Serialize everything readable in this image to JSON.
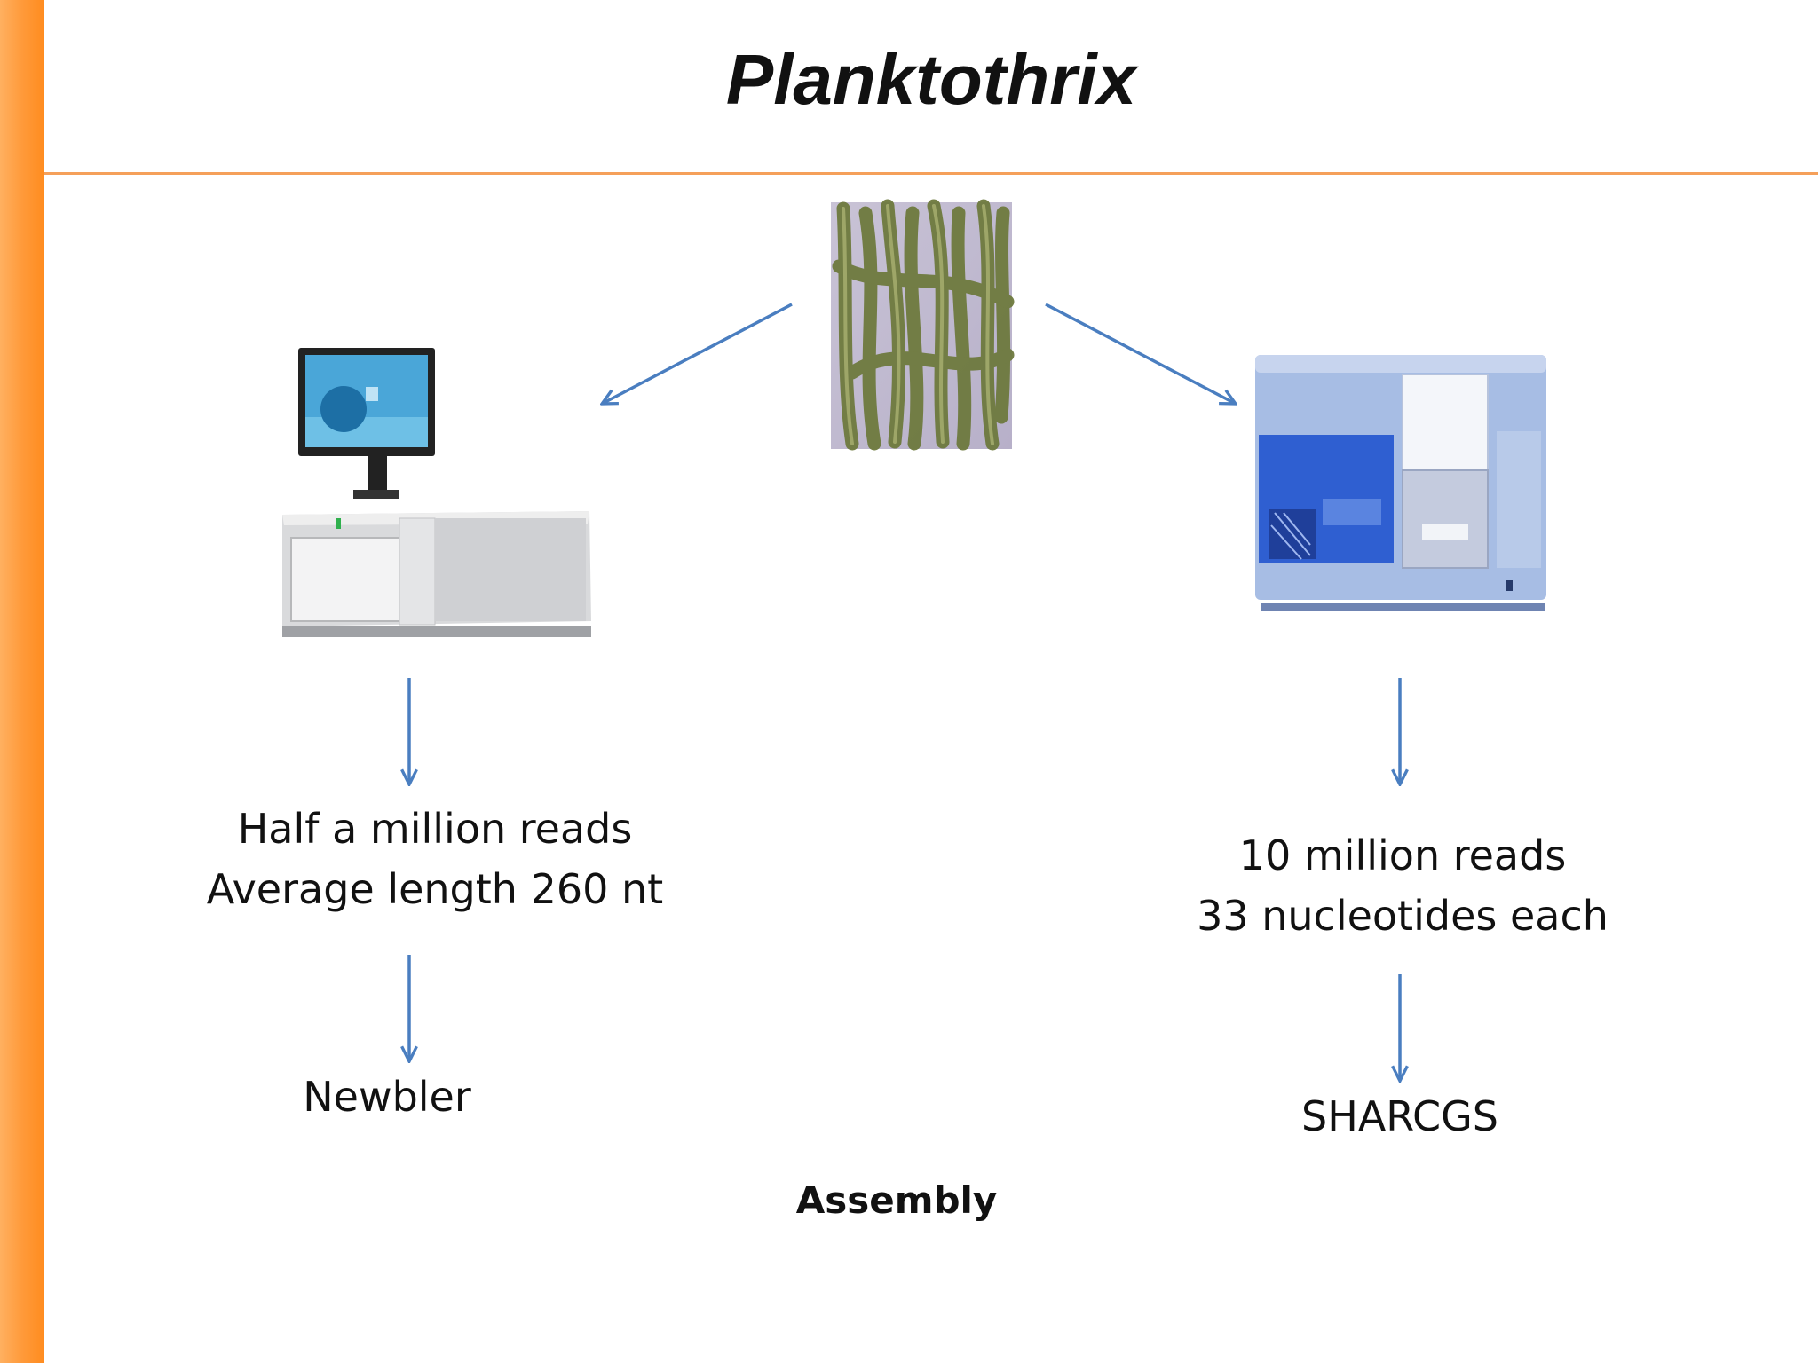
{
  "slide": {
    "title": "Planktothrix",
    "accent_color": "#ff8c1f",
    "arrow_color": "#4a7ec0",
    "left": {
      "reads_line1": "Half a million reads",
      "reads_line2": "Average length 260 nt",
      "assembler": "Newbler"
    },
    "right": {
      "reads_line1": "10 million reads",
      "reads_line2": "33 nucleotides each",
      "assembler": "SHARCGS"
    },
    "footer": "Assembly"
  }
}
